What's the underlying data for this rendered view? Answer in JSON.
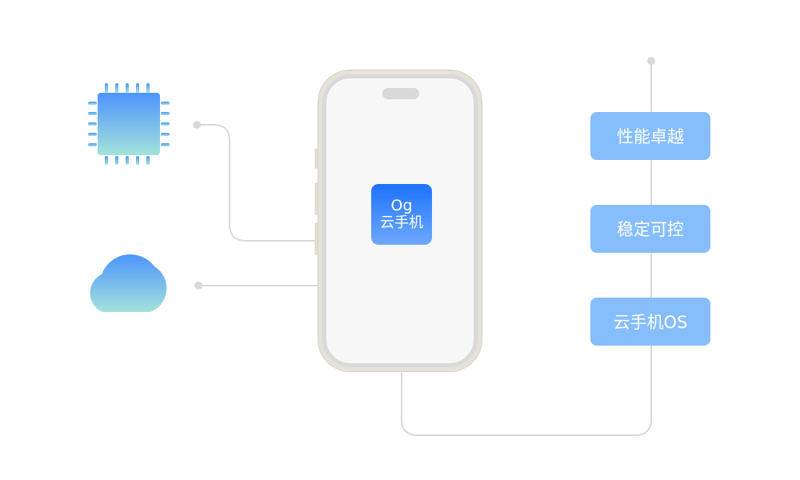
{
  "phone": {
    "app_name_line1": "Og",
    "app_name_line2": "云手机"
  },
  "sources": [
    {
      "icon": "cpu-chip-icon"
    },
    {
      "icon": "cloud-icon"
    }
  ],
  "features": [
    {
      "label": "性能卓越"
    },
    {
      "label": "稳定可控"
    },
    {
      "label": "云手机OS"
    }
  ],
  "colors": {
    "feature_bg": "#86bdfb",
    "app_gradient_top": "#1d72fb",
    "app_gradient_bottom": "#6fa9fd",
    "connector": "#d9d9d9"
  }
}
